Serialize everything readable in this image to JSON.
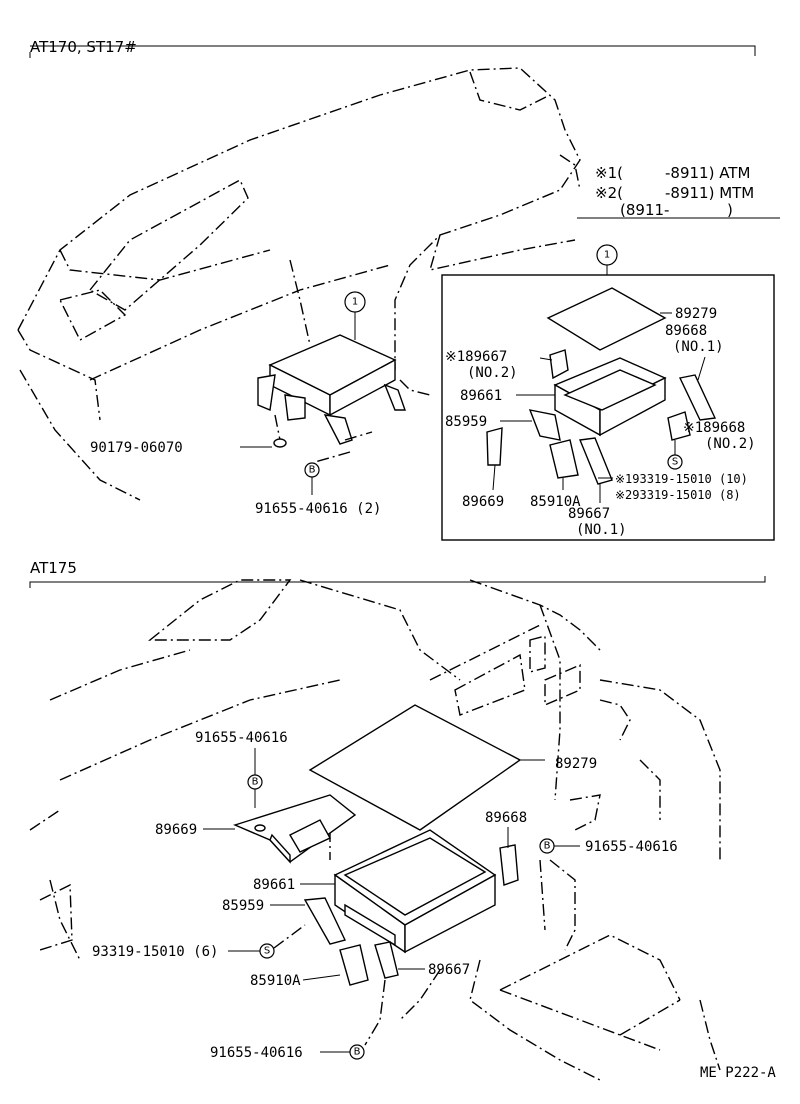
{
  "sections": {
    "top_title": "AT170, ST17#",
    "bottom_title": "AT175"
  },
  "legend": {
    "row1_mark": "※1(",
    "row1_range": "-8911) ATM",
    "row2_mark": "※2(",
    "row2_range": "-8911) MTM",
    "row3": "(8911-",
    "row3_close": ")"
  },
  "callout_circle": "1",
  "top_labels": {
    "bolt_clip": "90179-06070",
    "b_mark": "B",
    "bolt_bottom": "91655-40616 (2)"
  },
  "inset_labels": {
    "p89279": "89279",
    "p89668": "89668",
    "p89668_no": "(NO.1)",
    "p89667a": "※189667",
    "p89667a_no": "(NO.2)",
    "p89661": "89661",
    "p85959": "85959",
    "p89668b": "※189668",
    "p89668b_no": "(NO.2)",
    "s_mark": "S",
    "screw1": "※193319-15010 (10)",
    "screw2": "※293319-15010 (8)",
    "p89669": "89669",
    "p85910a": "85910A",
    "p89667": "89667",
    "p89667_no": "(NO.1)"
  },
  "bottom_labels": {
    "bolt_top": "91655-40616",
    "b_mark": "B",
    "p89669": "89669",
    "p89279": "89279",
    "p89668": "89668",
    "bolt_right": "91655-40616",
    "p89661": "89661",
    "p85959": "85959",
    "screw": "93319-15010 (6)",
    "s_mark": "S",
    "p85910a": "85910A",
    "p89667": "89667",
    "bolt_bottom": "91655-40616"
  },
  "footer_code": "ME P222-A"
}
